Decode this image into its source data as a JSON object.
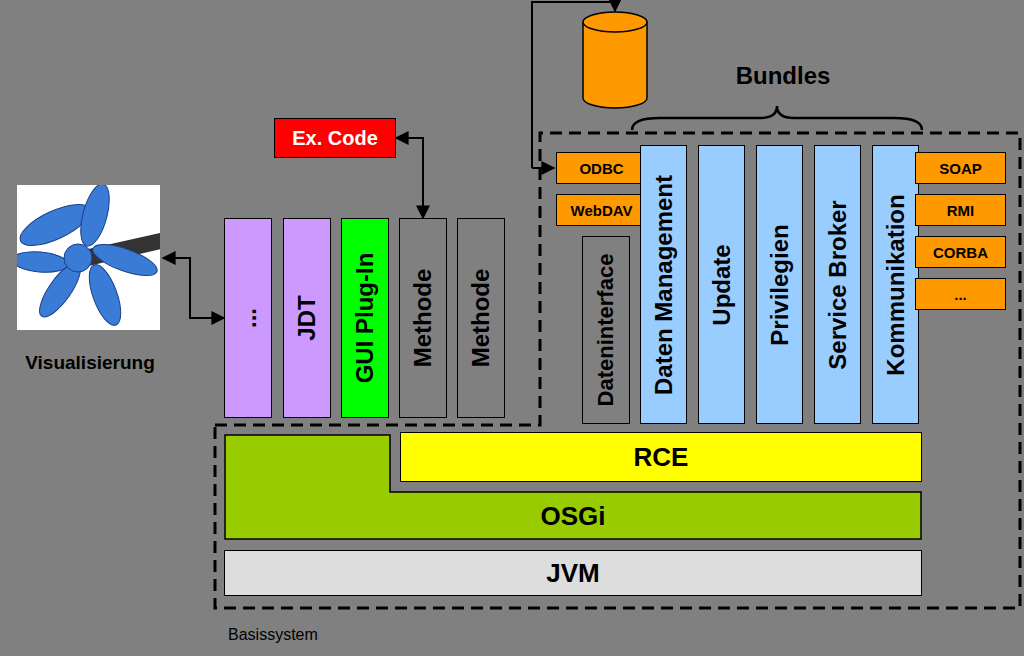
{
  "diagram": {
    "nodes": [
      {
        "text": [
          "Visualisierung"
        ]
      },
      {
        "text": [
          "..."
        ]
      },
      {
        "text": [
          "JDT"
        ]
      },
      {
        "text": [
          "GUI Plug-In"
        ]
      },
      {
        "text": [
          "Methode"
        ]
      },
      {
        "text": [
          "Methode"
        ]
      },
      {
        "text": [
          "Ex. Code"
        ]
      },
      {
        "text": [
          "ODBC"
        ]
      },
      {
        "text": [
          "WebDAV"
        ]
      },
      {
        "text": [
          "Dateninterface"
        ]
      },
      {
        "text": [
          "Daten Management"
        ]
      },
      {
        "text": [
          "Update"
        ]
      },
      {
        "text": [
          "Privilegien"
        ]
      },
      {
        "text": [
          "Service Broker"
        ]
      },
      {
        "text": [
          "Kommunikation"
        ]
      },
      {
        "text": [
          "SOAP"
        ]
      },
      {
        "text": [
          "RMI"
        ]
      },
      {
        "text": [
          "CORBA"
        ]
      },
      {
        "text": [
          "..."
        ]
      },
      {
        "text": [
          "RCE"
        ]
      },
      {
        "text": [
          "OSGi"
        ]
      },
      {
        "text": [
          "JVM"
        ]
      }
    ],
    "edges": [
      {
        "from": 0,
        "to": 1,
        "arrow": "both"
      },
      {
        "from": 6,
        "to": 4,
        "arrow": "both"
      }
    ],
    "labels": [
      "Bundles",
      "Basissystem"
    ]
  }
}
